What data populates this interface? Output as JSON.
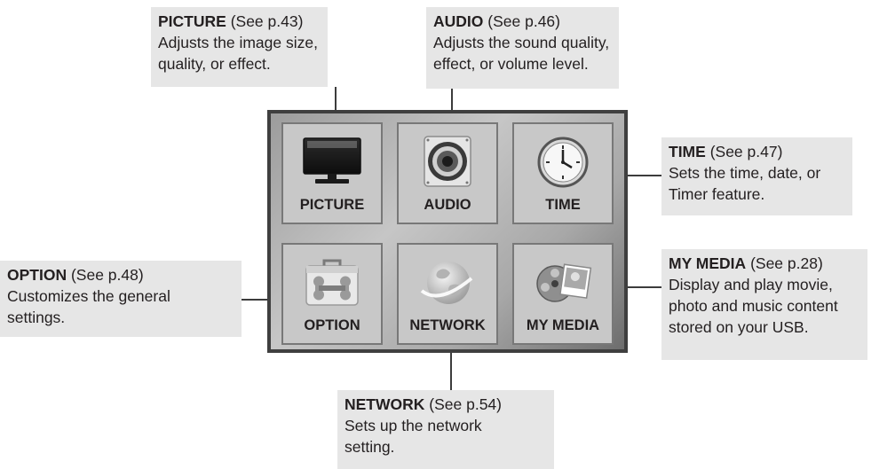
{
  "callouts": {
    "picture": {
      "title": "PICTURE",
      "ref": "(See p.43)",
      "desc": [
        "Adjusts the image size,",
        "quality, or effect."
      ]
    },
    "audio": {
      "title": "AUDIO",
      "ref": "(See p.46)",
      "desc": [
        "Adjusts the sound quality,",
        "effect, or volume level."
      ]
    },
    "time": {
      "title": "TIME",
      "ref": "(See p.47)",
      "desc": [
        "Sets the time, date, or",
        "Timer feature."
      ]
    },
    "option": {
      "title": "OPTION",
      "ref": "(See p.48)",
      "desc": [
        "Customizes the general",
        "settings."
      ]
    },
    "my_media": {
      "title": "MY MEDIA",
      "ref": "(See p.28)",
      "desc": [
        "Display and play movie,",
        "photo and music content",
        "stored on your USB."
      ]
    },
    "network": {
      "title": "NETWORK",
      "ref": "(See p.54)",
      "desc": [
        "Sets up the network",
        "setting."
      ]
    }
  },
  "menu": {
    "items": [
      {
        "label": "PICTURE",
        "icon": "tv-monitor-icon"
      },
      {
        "label": "AUDIO",
        "icon": "speaker-icon"
      },
      {
        "label": "TIME",
        "icon": "clock-icon"
      },
      {
        "label": "OPTION",
        "icon": "toolbox-icon"
      },
      {
        "label": "NETWORK",
        "icon": "globe-icon"
      },
      {
        "label": "MY MEDIA",
        "icon": "media-icon"
      }
    ]
  },
  "colors": {
    "callout_bg": "#e6e6e6",
    "panel_border": "#3f3f3f",
    "tile_bg": "#c8c8c8",
    "text": "#231f20"
  }
}
